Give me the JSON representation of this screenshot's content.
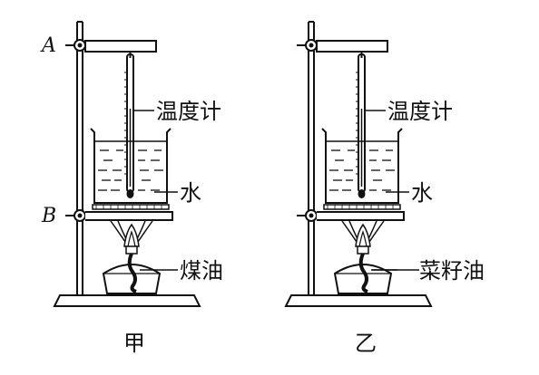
{
  "figure": {
    "apparatus_left": {
      "caption": "甲",
      "point_a_label": "A",
      "point_b_label": "B",
      "thermometer_label": "温度计",
      "water_label": "水",
      "fuel_label": "煤油"
    },
    "apparatus_right": {
      "caption": "乙",
      "thermometer_label": "温度计",
      "water_label": "水",
      "fuel_label": "菜籽油"
    }
  },
  "colors": {
    "line": "#111111",
    "background": "#ffffff"
  }
}
